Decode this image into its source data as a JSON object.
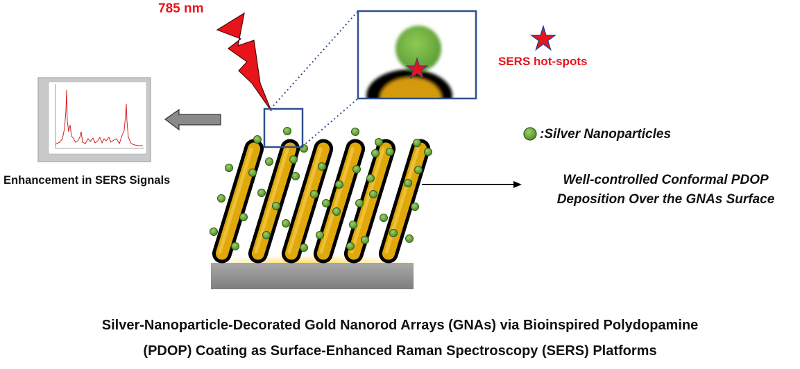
{
  "labels": {
    "laser": "785 nm",
    "hotspots": "SERS hot-spots",
    "silver_np": ":Silver Nanoparticles",
    "enhancement": "Enhancement in SERS Signals",
    "pdop_line1": "Well-controlled Conformal  PDOP",
    "pdop_line2": "Deposition  Over the GNAs Surface"
  },
  "caption": {
    "line1": "Silver-Nanoparticle-Decorated Gold Nanorod Arrays (GNAs) via Bioinspired Polydopamine",
    "line2": "(PDOP) Coating as Surface-Enhanced Raman Spectroscopy (SERS) Platforms"
  },
  "colors": {
    "laser": "#e8141b",
    "hotspot_text": "#e8141b",
    "star_fill": "#e8141b",
    "star_stroke": "#2b3c8f",
    "gold": "#e0a80a",
    "pdop_shell": "#000000",
    "silver_np": "#6fae3f",
    "substrate": "#909090",
    "zoom_frame": "#2f4f8f",
    "arrow": "#808080",
    "spectrum": "#d42020"
  },
  "icons": {
    "laser": "lightning-bolt-icon",
    "hotspot": "star-icon",
    "nanoparticle": "green-circle-icon",
    "arrow_left": "left-arrow-icon",
    "arrow_right": "right-arrow-icon"
  }
}
